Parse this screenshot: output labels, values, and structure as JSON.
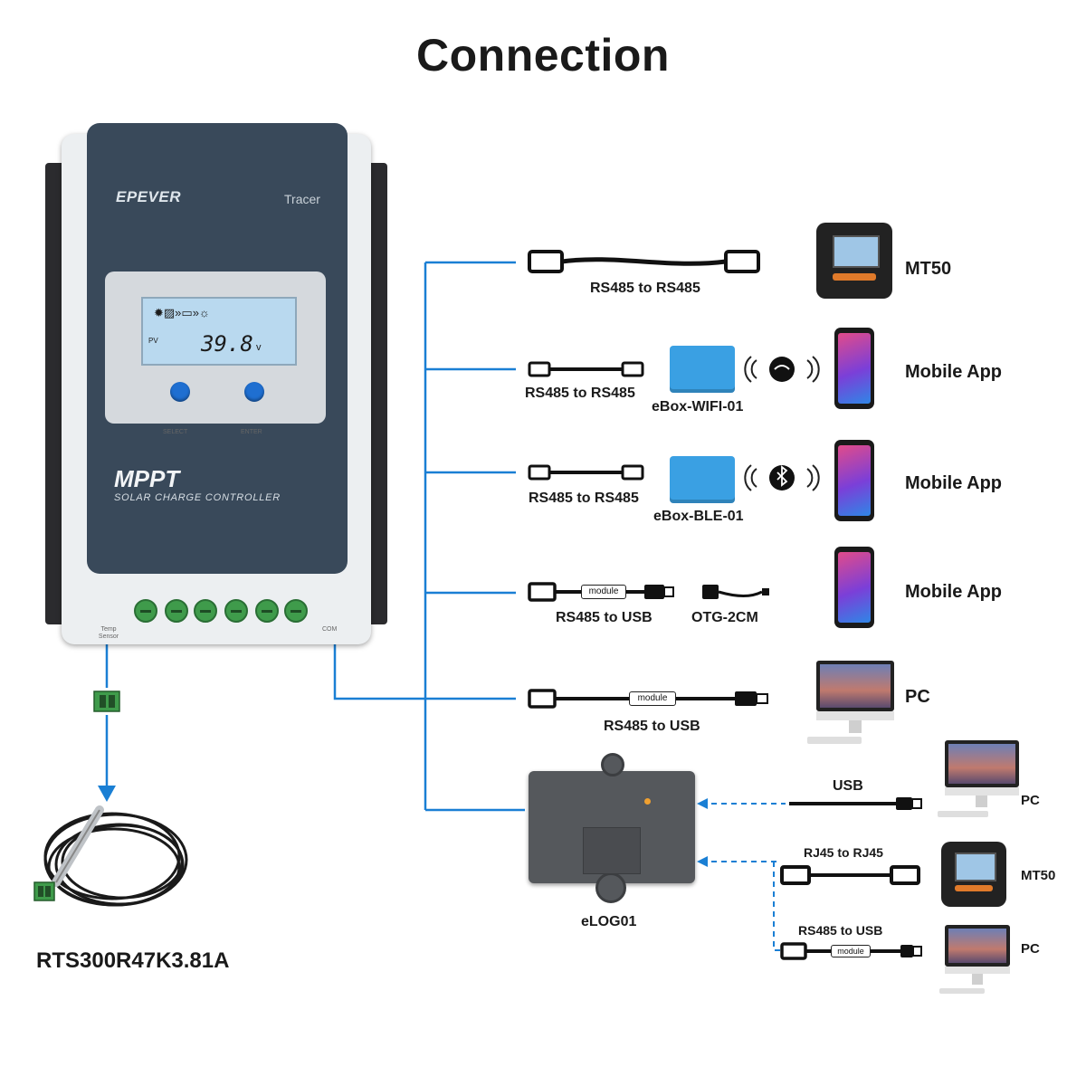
{
  "title": "Connection",
  "controller": {
    "brand": "EPEVER",
    "model": "Tracer",
    "lcd_value": "39.8",
    "lcd_unit": "v",
    "lcd_pv": "PV",
    "button_left": "SELECT",
    "button_right": "ENTER",
    "name": "MPPT",
    "subtitle": "SOLAR CHARGE CONTROLLER",
    "temp_port": "Temp Sensor",
    "com_port": "COM"
  },
  "sensor": {
    "label": "RTS300R47K3.81A"
  },
  "connections": [
    {
      "cable": "RS485 to RS485",
      "device": "MT50"
    },
    {
      "cable": "RS485 to RS485",
      "adapter": "eBox-WIFI-01",
      "device": "Mobile App"
    },
    {
      "cable": "RS485 to RS485",
      "adapter": "eBox-BLE-01",
      "device": "Mobile App"
    },
    {
      "cable": "RS485 to USB",
      "adapter": "OTG-2CM",
      "device": "Mobile App"
    },
    {
      "cable": "RS485 to USB",
      "device": "PC"
    }
  ],
  "module_tag": "module",
  "elog": {
    "label": "eLOG01",
    "links": [
      {
        "cable": "USB",
        "device": "PC"
      },
      {
        "cable": "RJ45 to RJ45",
        "device": "MT50"
      },
      {
        "cable": "RS485 to USB",
        "device": "PC"
      }
    ]
  },
  "colors": {
    "wire": "#1a7fd4",
    "dash": "#1a7fd4",
    "terminal": "#3f9b4b",
    "ebox": "#3aa0e3"
  }
}
